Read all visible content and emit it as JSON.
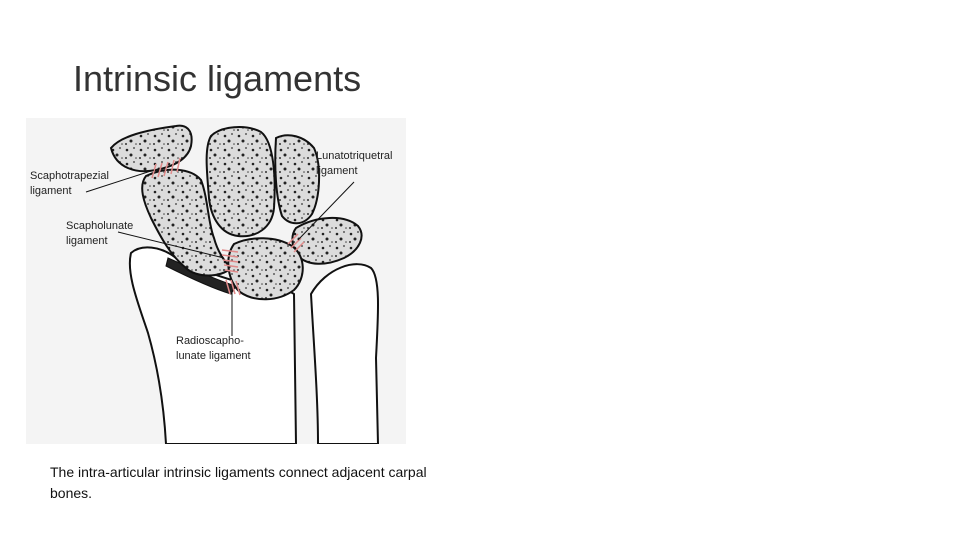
{
  "slide": {
    "title": "Intrinsic ligaments",
    "caption": "The intra-articular intrinsic ligaments connect adjacent carpal bones."
  },
  "figure": {
    "labels": {
      "scaphotrapezial_line1": "Scaphotrapezial",
      "scaphotrapezial_line2": "ligament",
      "scapholunate_line1": "Scapholunate",
      "scapholunate_line2": "ligament",
      "lunatotriquetral_line1": "Lunatotriquetral",
      "lunatotriquetral_line2": "ligament",
      "radioscapholunate_line1": "Radioscapho-",
      "radioscapholunate_line2": "lunate ligament"
    },
    "colors": {
      "bone_fill": "#d9d9d9",
      "bone_outline": "#111111",
      "ligament": "#e8a0a0",
      "label_text": "#222222"
    }
  }
}
